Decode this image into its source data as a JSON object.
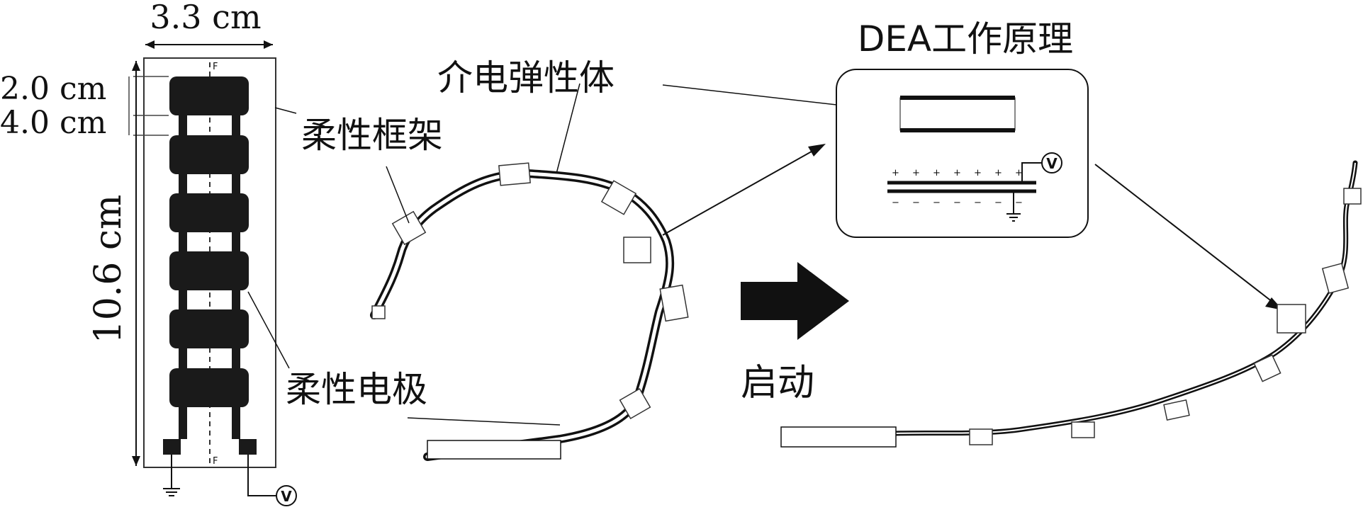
{
  "dimensions": {
    "width": "3.3 cm",
    "segment_height": "2.0 cm",
    "gap_height": "4.0 cm",
    "total_height": "10.6 cm"
  },
  "labels": {
    "force_top": "F",
    "force_bottom": "F",
    "voltage_symbol": "V",
    "flexible_frame": "柔性框架",
    "flexible_electrode": "柔性电极",
    "dielectric_elastomer": "介电弹性体",
    "actuate": "启动"
  },
  "inset": {
    "title": "DEA工作原理",
    "voltage_symbol": "V",
    "charge_plus": "+",
    "charge_minus": "−"
  },
  "colors": {
    "ink": "#111111",
    "electrode": "#1a1a1a",
    "background": "#ffffff"
  }
}
